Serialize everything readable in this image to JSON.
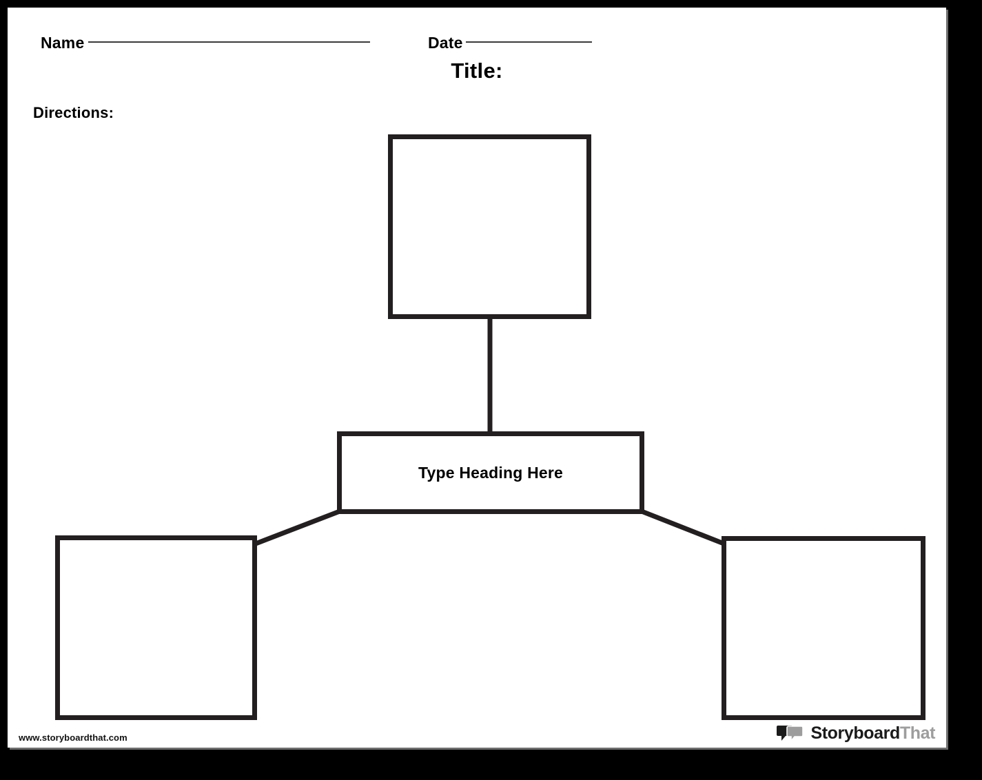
{
  "page": {
    "background_color": "#ffffff",
    "frame_color": "#000000",
    "line_color": "#231f20"
  },
  "header": {
    "name_label": "Name",
    "date_label": "Date",
    "title": "Title:",
    "directions_label": "Directions:"
  },
  "diagram": {
    "type": "hierarchy-map",
    "nodes": [
      {
        "id": "top",
        "text": "",
        "role": "empty-box"
      },
      {
        "id": "heading",
        "text": "Type Heading Here",
        "role": "heading-box"
      },
      {
        "id": "left",
        "text": "",
        "role": "empty-box"
      },
      {
        "id": "right",
        "text": "",
        "role": "empty-box"
      }
    ],
    "heading_text": "Type Heading Here",
    "connectors": [
      {
        "from": "top",
        "to": "heading",
        "style": "vertical"
      },
      {
        "from": "heading",
        "to": "left",
        "style": "diagonal"
      },
      {
        "from": "heading",
        "to": "right",
        "style": "diagonal"
      }
    ]
  },
  "footer": {
    "url": "www.storyboardthat.com",
    "logo_text_primary": "Storyboard",
    "logo_text_secondary": "That",
    "logo_icon": "speech-bubbles-icon",
    "logo_color_primary": "#1b1b1b",
    "logo_color_secondary": "#9d9d9d"
  }
}
